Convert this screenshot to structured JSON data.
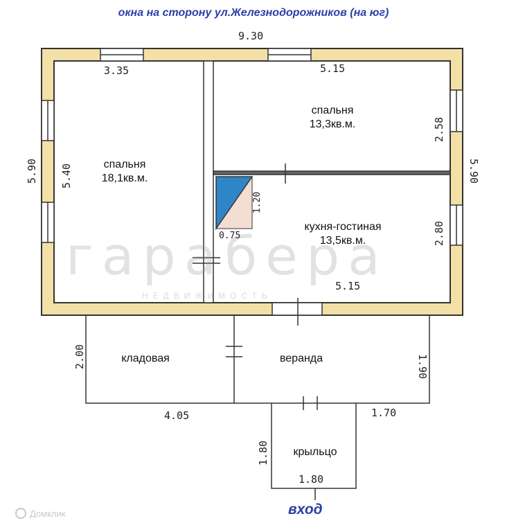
{
  "header": {
    "title": "окна на сторону ул.Железнодорожников (на юг)"
  },
  "rooms": [
    {
      "name": "спальня",
      "area": "18,1кв.м."
    },
    {
      "name": "спальня",
      "area": "13,3кв.м."
    },
    {
      "name": "кухня-гостиная",
      "area": "13,5кв.м."
    },
    {
      "name": "кладовая"
    },
    {
      "name": "веранда"
    },
    {
      "name": "крыльцо"
    }
  ],
  "dimensions": {
    "top_total": "9.30",
    "bedroom1_width": "3.35",
    "bedroom2_width": "5.15",
    "kitchen_width": "5.15",
    "left_outer": "5.90",
    "left_inner": "5.40",
    "right_outer": "5.90",
    "bedroom2_depth": "2.58",
    "kitchen_depth": "2.80",
    "stair_height": "1.20",
    "stair_width": "0.75",
    "storage_depth": "2.00",
    "veranda_depth": "1.90",
    "annex_width": "4.05",
    "veranda_step": "1.70",
    "porch_depth": "1.80",
    "porch_width": "1.80"
  },
  "footer": {
    "entry_label": "вход"
  },
  "watermark": {
    "brand": "гарабера",
    "tagline": "НЕДВИЖИМОСТЬ"
  },
  "badge": {
    "label": "Домклик"
  },
  "colors": {
    "wall": "#f3e0a6",
    "stair": "#2e86c8",
    "accent_text": "#2b3fa8"
  }
}
